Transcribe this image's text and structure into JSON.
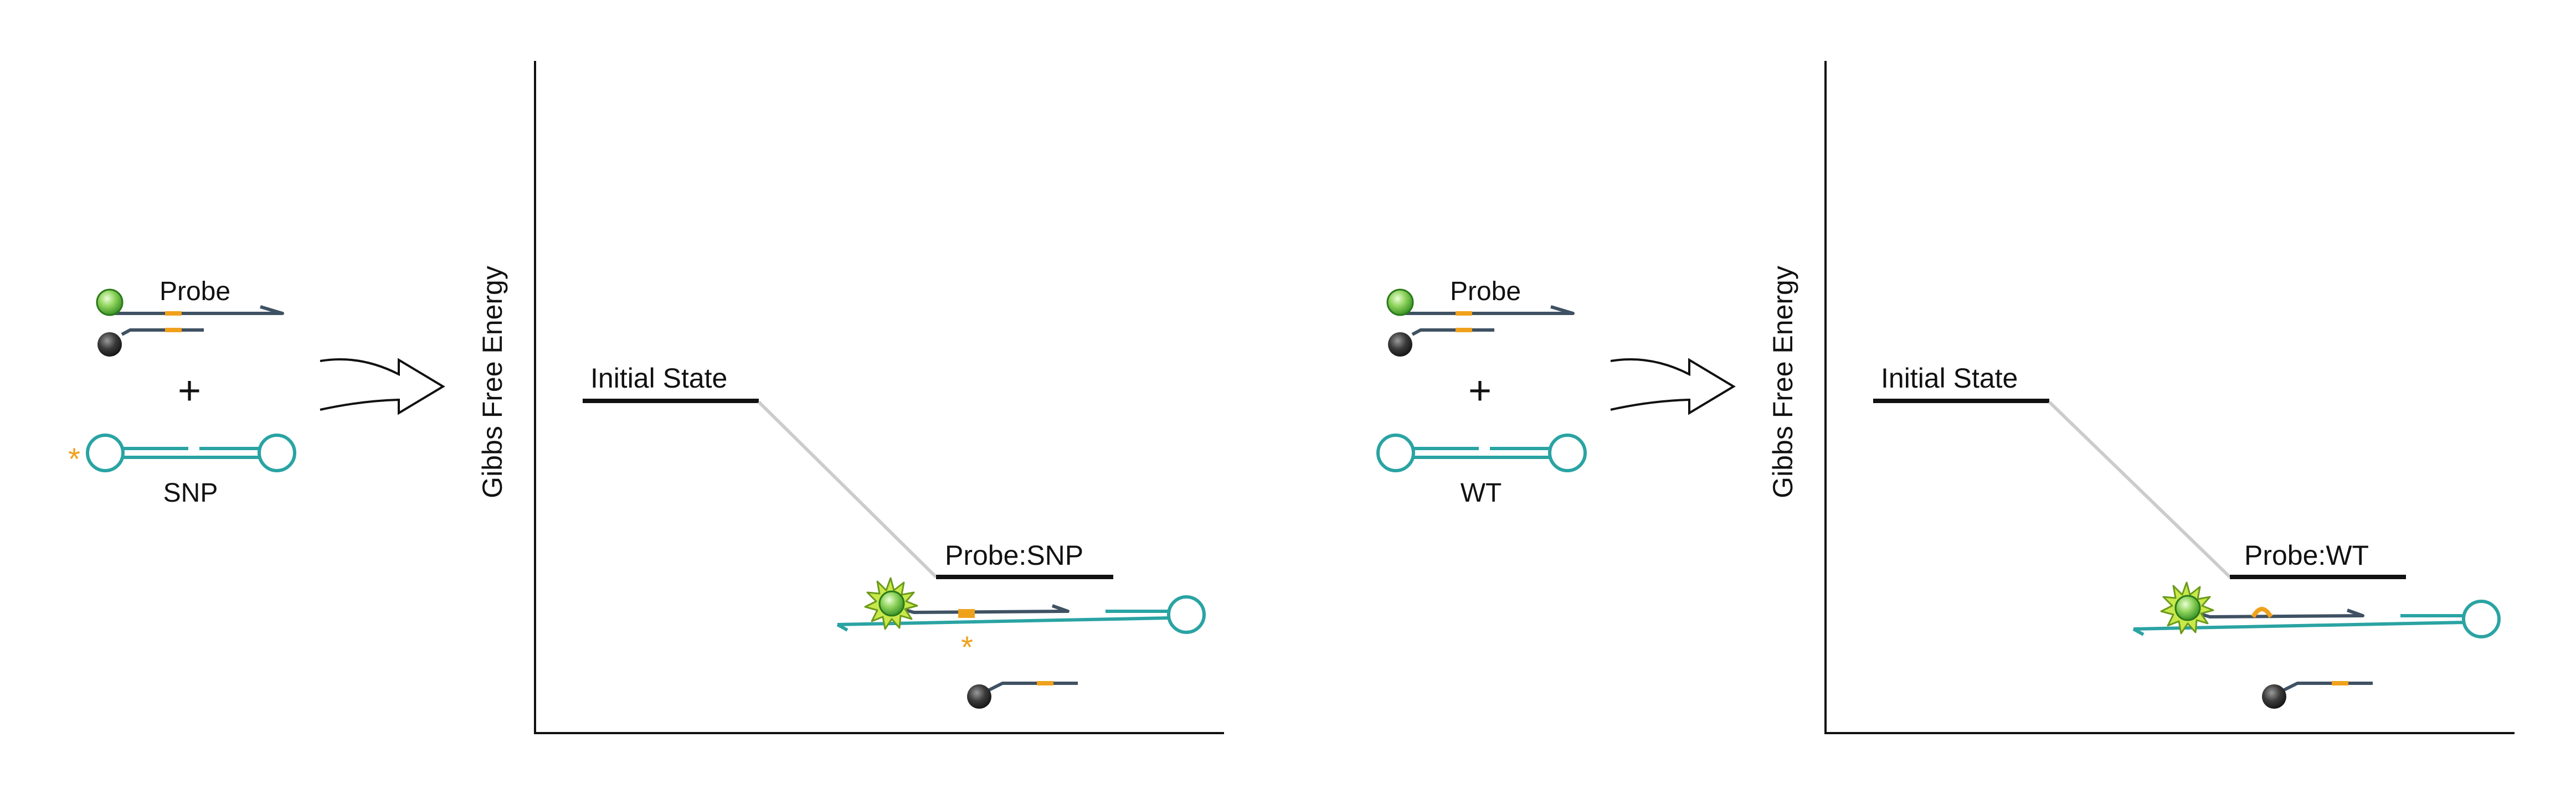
{
  "colors": {
    "probe_strand": "#3f5263",
    "target_strand": "#2aa3a3",
    "mismatch_marker": "#f0a11c",
    "fluorophore": "#5fbf3a",
    "quencher": "#333333",
    "energy_path": "#cccccc",
    "axis": "#111111"
  },
  "panels": [
    {
      "probe_label": "Probe",
      "plus_sign": "+",
      "target_label": "SNP",
      "snp_marker": "*",
      "y_axis_label": "Gibbs Free Energy",
      "initial_state_label": "Initial State",
      "final_state_label": "Probe:SNP",
      "complex_snp_marker": "*"
    },
    {
      "probe_label": "Probe",
      "plus_sign": "+",
      "target_label": "WT",
      "y_axis_label": "Gibbs Free Energy",
      "initial_state_label": "Initial State",
      "final_state_label": "Probe:WT"
    }
  ]
}
